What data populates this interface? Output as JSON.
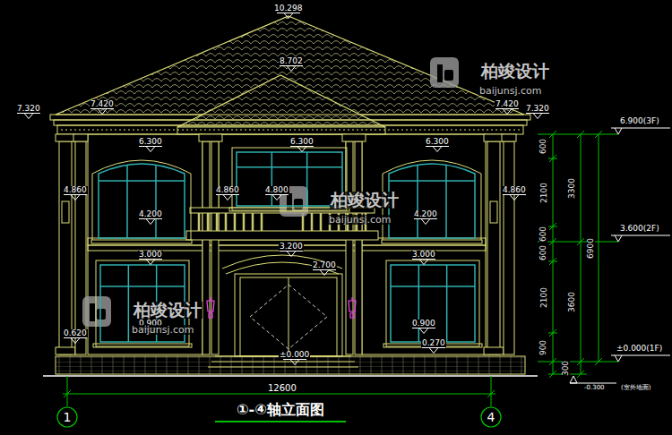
{
  "diagram": {
    "title": "①-④轴立面图",
    "nodes": [
      {
        "text": [
          "1"
        ]
      },
      {
        "text": [
          "4"
        ]
      }
    ],
    "labels": [
      "10.298",
      "8.702",
      "7.320",
      "7.420",
      "7.420",
      "7.320",
      "6.300",
      "6.300",
      "6.300",
      "4.860",
      "4.860",
      "4.800",
      "4.200",
      "4.200",
      "4.860",
      "3.200",
      "3.000",
      "2.700",
      "3.000",
      "0.900",
      "0.620",
      "0.900",
      "0.270",
      "±0.000",
      "12600",
      "6.900(3F)",
      "3.600(2F)",
      "±0.000(1F)",
      "-0.300",
      "(室外地面)",
      "600",
      "2100",
      "600",
      "600",
      "2100",
      "900",
      "300",
      "3300",
      "3600",
      "6900",
      "柏竣设计",
      "baijunsj.com",
      "柏竣设计",
      "baijunsj.com",
      "柏竣设计",
      "baijunsj.com"
    ]
  }
}
